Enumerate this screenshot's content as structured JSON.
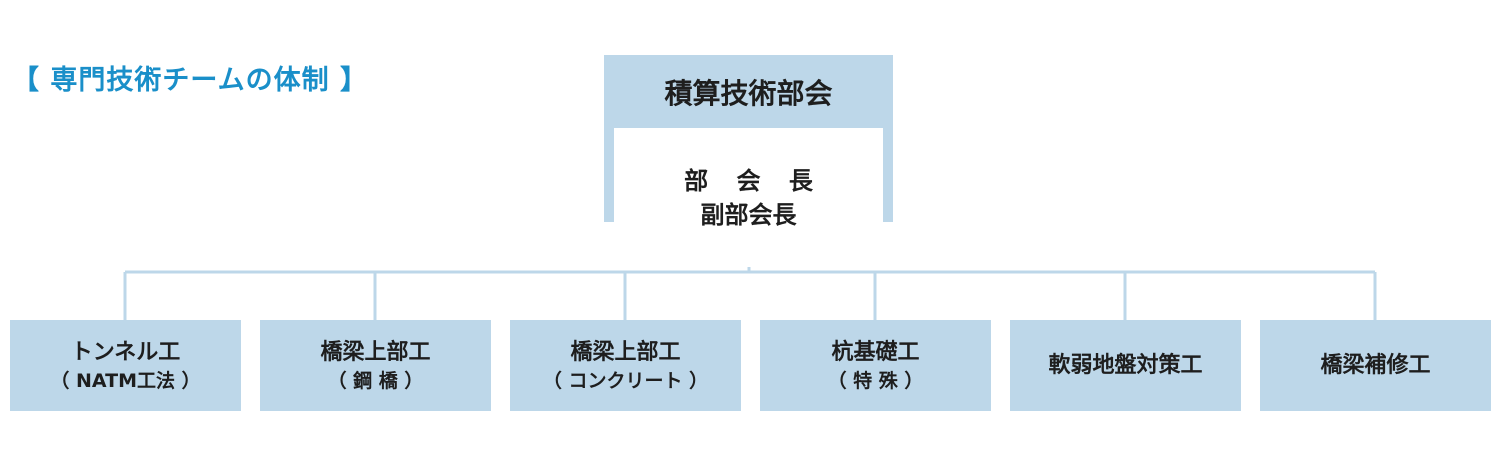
{
  "page": {
    "title": "【 専門技術チームの体制 】"
  },
  "committee": {
    "name": "積算技術部会",
    "roles": [
      "部 会 長",
      "副部会長"
    ]
  },
  "teams": [
    {
      "name": "トンネル工",
      "sub": "（ NATM工法 ）"
    },
    {
      "name": "橋梁上部工",
      "sub": "（ 鋼 橋 ）"
    },
    {
      "name": "橋梁上部工",
      "sub": "（ コンクリート ）"
    },
    {
      "name": "杭基礎工",
      "sub": "（ 特 殊 ）"
    },
    {
      "name": "軟弱地盤対策工",
      "sub": ""
    },
    {
      "name": "橋梁補修工",
      "sub": ""
    }
  ],
  "colors": {
    "title": "#1a8fc9",
    "box_fill": "#bdd7e9",
    "connector": "#bdd7e9",
    "text": "#1e1e1e"
  }
}
